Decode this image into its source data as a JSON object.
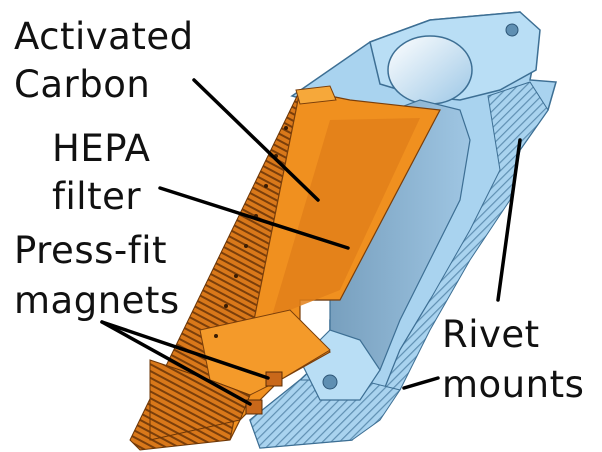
{
  "labels": {
    "activated": "Activated",
    "carbon": "Carbon",
    "hepa": "HEPA",
    "filter": "filter",
    "press_fit": "Press-fit",
    "magnets": "magnets",
    "rivet": "Rivet",
    "mounts": "mounts"
  },
  "colors": {
    "housing": "#a9d3ef",
    "housing_dark": "#6e9fc2",
    "filter_orange": "#e88a1a",
    "filter_dark": "#8a4a0c",
    "leader": "#000000"
  }
}
